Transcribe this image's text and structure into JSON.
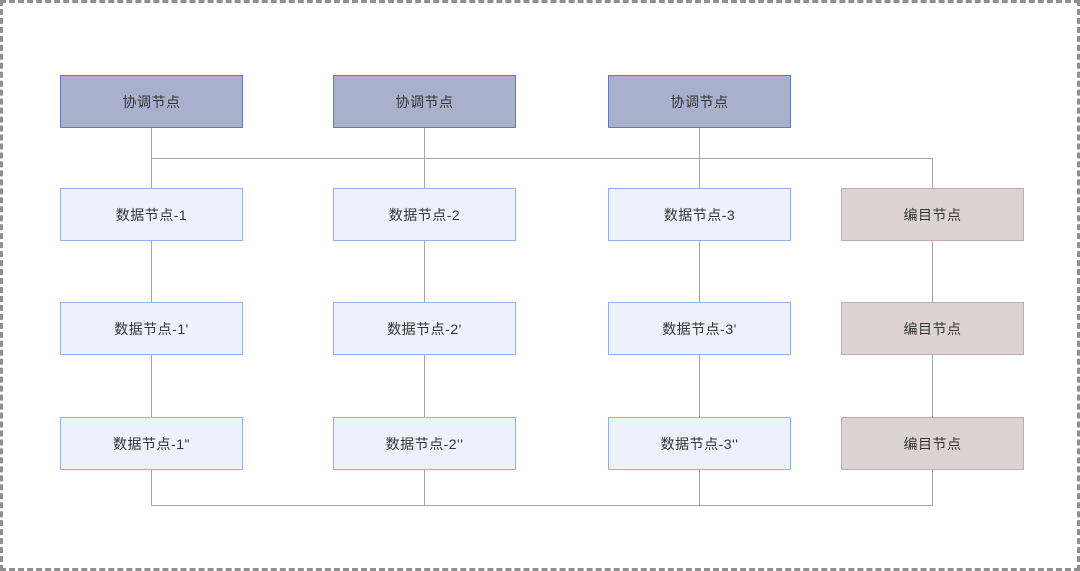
{
  "diagram": {
    "description": "cluster-node-topology-diagram",
    "rows": [
      {
        "type": "coordinator",
        "cells": [
          "协调节点",
          "协调节点",
          "协调节点"
        ]
      },
      {
        "type": "data",
        "cells": [
          "数据节点-1",
          "数据节点-2",
          "数据节点-3",
          "编目节点"
        ]
      },
      {
        "type": "data",
        "cells": [
          "数据节点-1'",
          "数据节点-2'",
          "数据节点-3'",
          "编目节点"
        ]
      },
      {
        "type": "data",
        "cells": [
          "数据节点-1\"",
          "数据节点-2''",
          "数据节点-3''",
          "编目节点"
        ]
      }
    ],
    "colors": {
      "coordinator_fill": "#a9b0cb",
      "coordinator_border": "#5f79c5",
      "data_fill": "#ecf1fb",
      "data_border": "#90b1f1",
      "catalog_fill": "#ddd3d4",
      "catalog_border": "#c1abae",
      "connector": "#a6a6a6",
      "page_border": "#8f8f8f",
      "text": "#333333"
    }
  }
}
